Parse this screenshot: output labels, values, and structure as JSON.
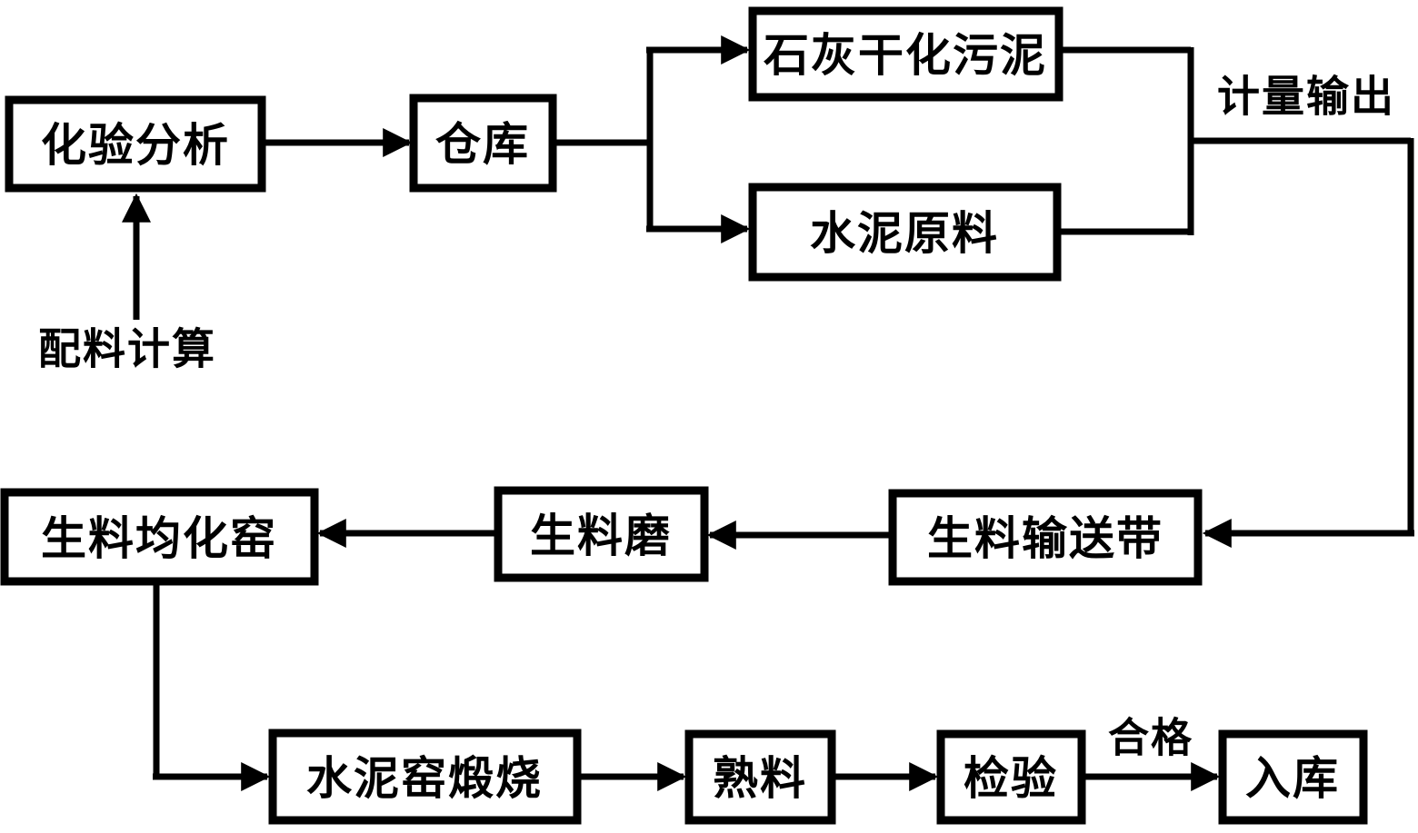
{
  "page": {
    "background": "#ffffff"
  },
  "flowchart": {
    "colors": {
      "stroke": "#000000",
      "box_fill": "#ffffff",
      "text": "#000000"
    },
    "nodes": {
      "analysis": {
        "label": "化验分析"
      },
      "warehouse": {
        "label": "仓库"
      },
      "lime_dried_sludge": {
        "label": "石灰干化污泥"
      },
      "cement_raw_material": {
        "label": "水泥原料"
      },
      "raw_meal_conveyor": {
        "label": "生料输送带"
      },
      "raw_mill": {
        "label": "生料磨"
      },
      "raw_meal_homogenizing_silo": {
        "label": "生料均化窑"
      },
      "cement_kiln_calcination": {
        "label": "水泥窑煅烧"
      },
      "clinker": {
        "label": "熟料"
      },
      "inspection": {
        "label": "检验"
      },
      "warehousing": {
        "label": "入库"
      }
    },
    "annotations": {
      "batching_calculation": "配料计算",
      "metering_output": "计量输出",
      "qualified": "合格"
    }
  }
}
